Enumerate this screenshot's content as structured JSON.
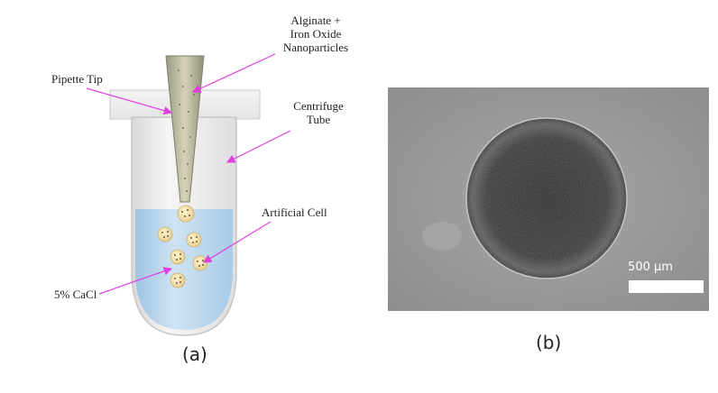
{
  "panel_a": {
    "labels": {
      "alginate": "Alginate +\nIron Oxide\nNanoparticles",
      "pipette_tip": "Pipette Tip",
      "centrifuge_tube": "Centrifuge\nTube",
      "artificial_cell": "Artificial Cell",
      "cacl": "5% CaCl"
    },
    "caption": "(a)"
  },
  "panel_b": {
    "scale_bar": "500 μm",
    "caption": "(b)"
  },
  "colors": {
    "arrow": "#e040e0",
    "liquid": "#b9d7ee",
    "tube": "#eaeaea",
    "cell": "#f2dca0",
    "micrograph_bg": "#9a9a9a"
  }
}
